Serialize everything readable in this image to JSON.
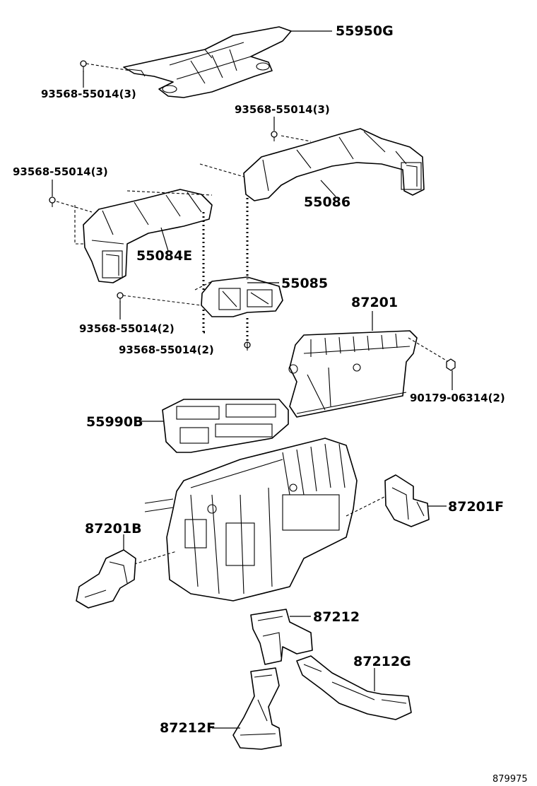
{
  "labels": {
    "p55950g": "55950G",
    "bolt_top": "93568-55014(3)",
    "bolt_mid_right": "93568-55014(3)",
    "bolt_left": "93568-55014(3)",
    "p55086": "55086",
    "p55084e": "55084E",
    "p55085": "55085",
    "bolt_2a": "93568-55014(2)",
    "bolt_2b": "93568-55014(2)",
    "p87201": "87201",
    "nut": "90179-06314(2)",
    "p55990b": "55990B",
    "p87201f": "87201F",
    "p87201b": "87201B",
    "p87212": "87212",
    "p87212g": "87212G",
    "p87212f": "87212F",
    "diagram_id": "879975"
  }
}
